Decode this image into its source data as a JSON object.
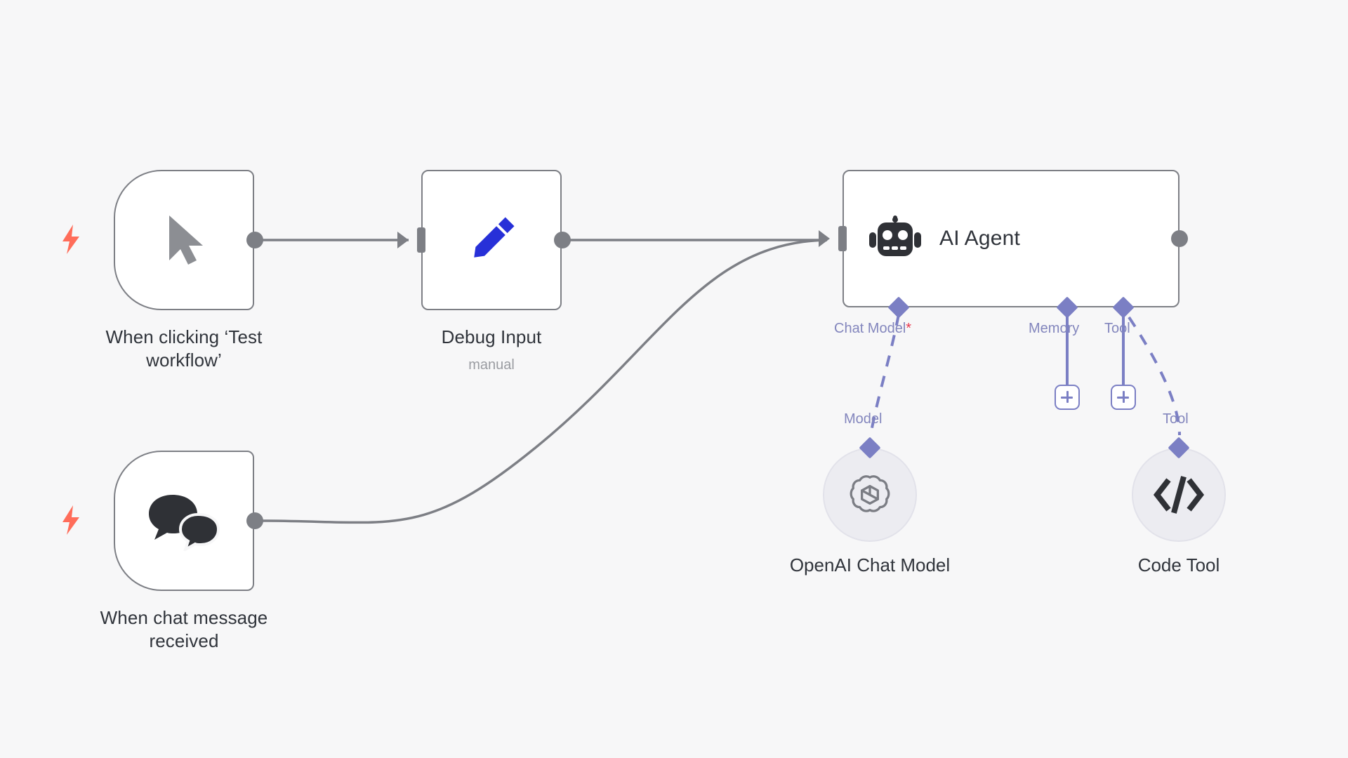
{
  "canvas": {
    "background_color": "#f7f7f8",
    "node_border_color": "#7d7f85",
    "connection_color": "#7d7f85",
    "accent_purple": "#7b7fc4",
    "accent_red": "#e8384f",
    "trigger_bolt_color": "#ff6d5a",
    "pencil_blue": "#2730d8"
  },
  "nodes": [
    {
      "id": "manual-trigger",
      "title": "When clicking ‘Test\nworkflow’",
      "subtitle": "",
      "icon": "cursor-pointer-icon",
      "type": "trigger"
    },
    {
      "id": "debug-input",
      "title": "Debug Input",
      "subtitle": "manual",
      "icon": "pencil-icon",
      "type": "action"
    },
    {
      "id": "chat-trigger",
      "title": "When chat message\nreceived",
      "subtitle": "",
      "icon": "chat-bubbles-icon",
      "type": "trigger"
    },
    {
      "id": "ai-agent",
      "title": "AI Agent",
      "subtitle": "",
      "icon": "robot-icon",
      "type": "agent"
    },
    {
      "id": "openai-chat-model",
      "title": "OpenAI Chat Model",
      "subtitle": "",
      "icon": "openai-logo-icon",
      "type": "sub-node"
    },
    {
      "id": "code-tool",
      "title": "Code Tool",
      "subtitle": "",
      "icon": "code-brackets-icon",
      "type": "sub-node"
    }
  ],
  "agent_ports": [
    {
      "id": "chat-model",
      "label": "Chat Model",
      "required": true,
      "required_marker": "*"
    },
    {
      "id": "memory",
      "label": "Memory",
      "required": false,
      "required_marker": ""
    },
    {
      "id": "tool",
      "label": "Tool",
      "required": false,
      "required_marker": ""
    }
  ],
  "sub_node_ports": [
    {
      "id": "openai-model-port",
      "label": "Model"
    },
    {
      "id": "code-tool-port",
      "label": "Tool"
    }
  ],
  "add_buttons": [
    {
      "id": "add-memory",
      "label": "+"
    },
    {
      "id": "add-tool",
      "label": "+"
    }
  ],
  "connections": [
    {
      "from": "manual-trigger",
      "to": "debug-input",
      "style": "solid"
    },
    {
      "from": "debug-input",
      "to": "ai-agent",
      "style": "solid"
    },
    {
      "from": "chat-trigger",
      "to": "ai-agent",
      "style": "solid-curved"
    },
    {
      "from": "ai-agent.chat-model",
      "to": "openai-chat-model",
      "style": "dashed"
    },
    {
      "from": "ai-agent.tool",
      "to": "code-tool",
      "style": "dashed"
    }
  ]
}
